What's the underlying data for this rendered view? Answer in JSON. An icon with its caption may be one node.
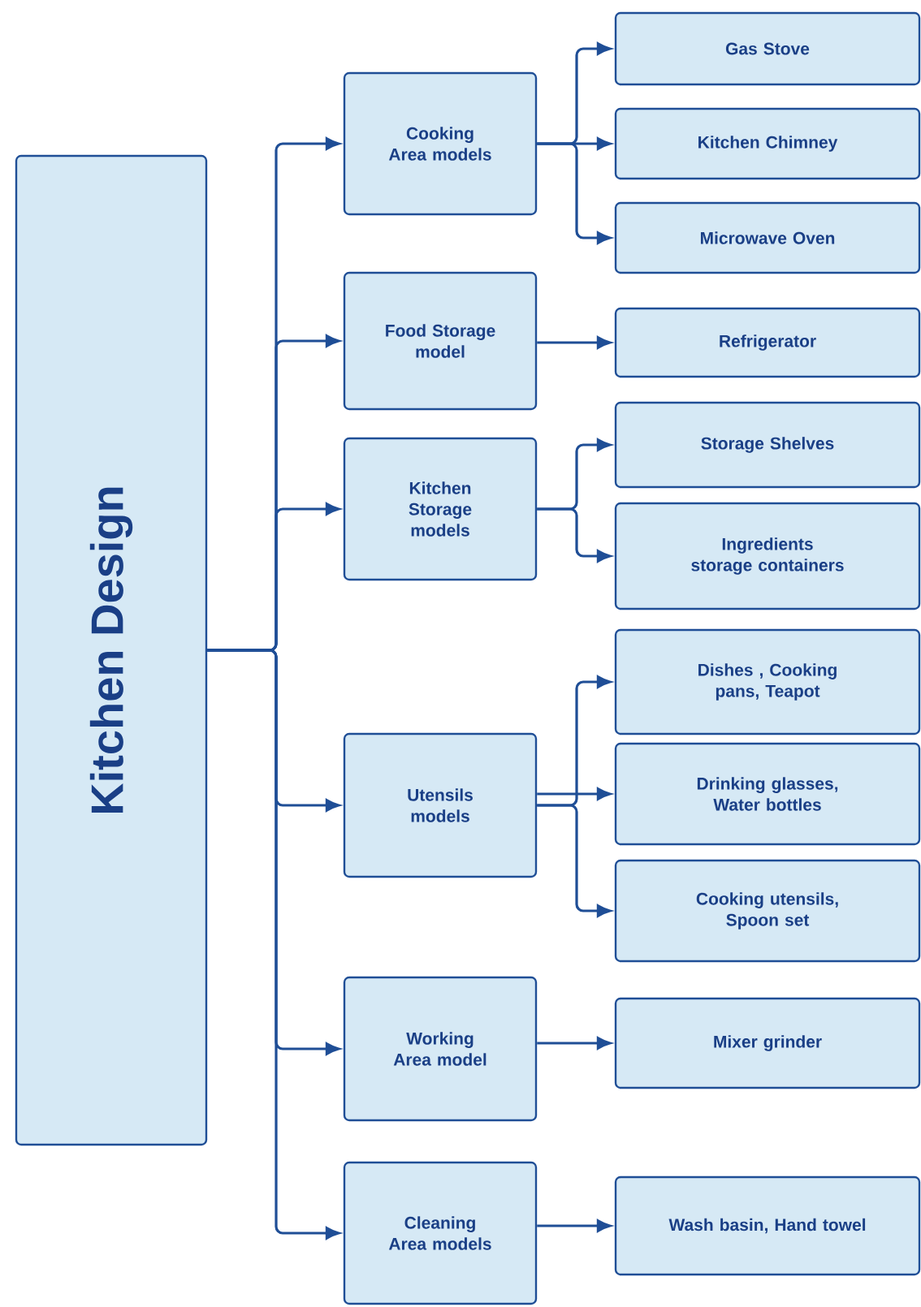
{
  "diagram": {
    "nodes": [
      {
        "text": [
          "Kitchen Design"
        ]
      },
      {
        "text": [
          "Cooking Area models"
        ]
      },
      {
        "text": [
          "Gas Stove"
        ]
      },
      {
        "text": [
          "Kitchen Chimney"
        ]
      },
      {
        "text": [
          "Microwave Oven"
        ]
      },
      {
        "text": [
          "Food Storage model"
        ]
      },
      {
        "text": [
          "Refrigerator"
        ]
      },
      {
        "text": [
          "Kitchen Storage models"
        ]
      },
      {
        "text": [
          "Storage Shelves"
        ]
      },
      {
        "text": [
          "Ingredients storage containers"
        ]
      },
      {
        "text": [
          "Utensils models"
        ]
      },
      {
        "text": [
          "Dishes , Cooking pans, Teapot"
        ]
      },
      {
        "text": [
          "Drinking glasses, Water bottles"
        ]
      },
      {
        "text": [
          "Cooking utensils, Spoon set"
        ]
      },
      {
        "text": [
          "Working Area model"
        ]
      },
      {
        "text": [
          "Mixer grinder"
        ]
      },
      {
        "text": [
          "Cleaning Area models"
        ]
      },
      {
        "text": [
          "Wash basin, Hand towel"
        ]
      }
    ],
    "edges": [
      {
        "from": 0,
        "to": 1,
        "arrow": "to"
      },
      {
        "from": 0,
        "to": 5,
        "arrow": "to"
      },
      {
        "from": 0,
        "to": 7,
        "arrow": "to"
      },
      {
        "from": 0,
        "to": 10,
        "arrow": "to"
      },
      {
        "from": 0,
        "to": 14,
        "arrow": "to"
      },
      {
        "from": 0,
        "to": 16,
        "arrow": "to"
      },
      {
        "from": 1,
        "to": 2,
        "arrow": "to"
      },
      {
        "from": 1,
        "to": 3,
        "arrow": "to"
      },
      {
        "from": 1,
        "to": 4,
        "arrow": "to"
      },
      {
        "from": 5,
        "to": 6,
        "arrow": "to"
      },
      {
        "from": 7,
        "to": 8,
        "arrow": "to"
      },
      {
        "from": 7,
        "to": 9,
        "arrow": "to"
      },
      {
        "from": 10,
        "to": 11,
        "arrow": "to"
      },
      {
        "from": 10,
        "to": 12,
        "arrow": "to"
      },
      {
        "from": 10,
        "to": 13,
        "arrow": "to"
      },
      {
        "from": 14,
        "to": 15,
        "arrow": "to"
      },
      {
        "from": 16,
        "to": 17,
        "arrow": "to"
      }
    ]
  }
}
